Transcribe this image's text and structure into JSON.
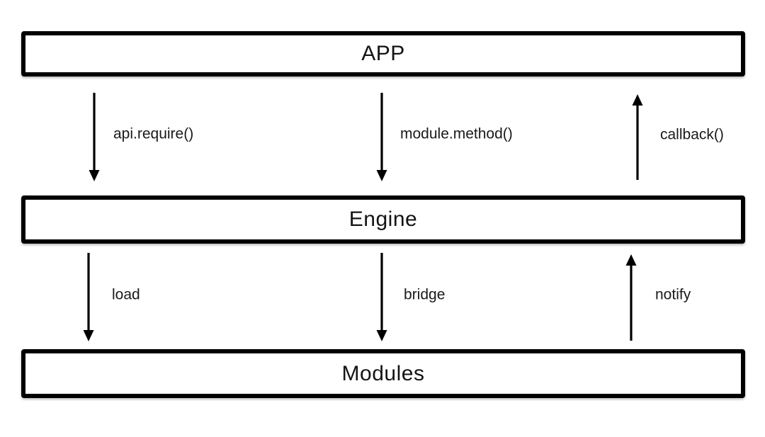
{
  "diagram": {
    "title": "APP - Engine - Modules architecture diagram",
    "colors": {
      "background": "#ffffff",
      "stroke": "#000000",
      "text": "#1a1a1a"
    },
    "layers": [
      {
        "id": "app",
        "label": "APP"
      },
      {
        "id": "engine",
        "label": "Engine"
      },
      {
        "id": "modules",
        "label": "Modules"
      }
    ],
    "arrows": [
      {
        "label": "api.require()",
        "from": "APP",
        "to": "Engine",
        "direction": "down"
      },
      {
        "label": "module.method()",
        "from": "APP",
        "to": "Engine",
        "direction": "down"
      },
      {
        "label": "callback()",
        "from": "Engine",
        "to": "APP",
        "direction": "up"
      },
      {
        "label": "load",
        "from": "Engine",
        "to": "Modules",
        "direction": "down"
      },
      {
        "label": "bridge",
        "from": "Engine",
        "to": "Modules",
        "direction": "down"
      },
      {
        "label": "notify",
        "from": "Modules",
        "to": "Engine",
        "direction": "up"
      }
    ]
  }
}
